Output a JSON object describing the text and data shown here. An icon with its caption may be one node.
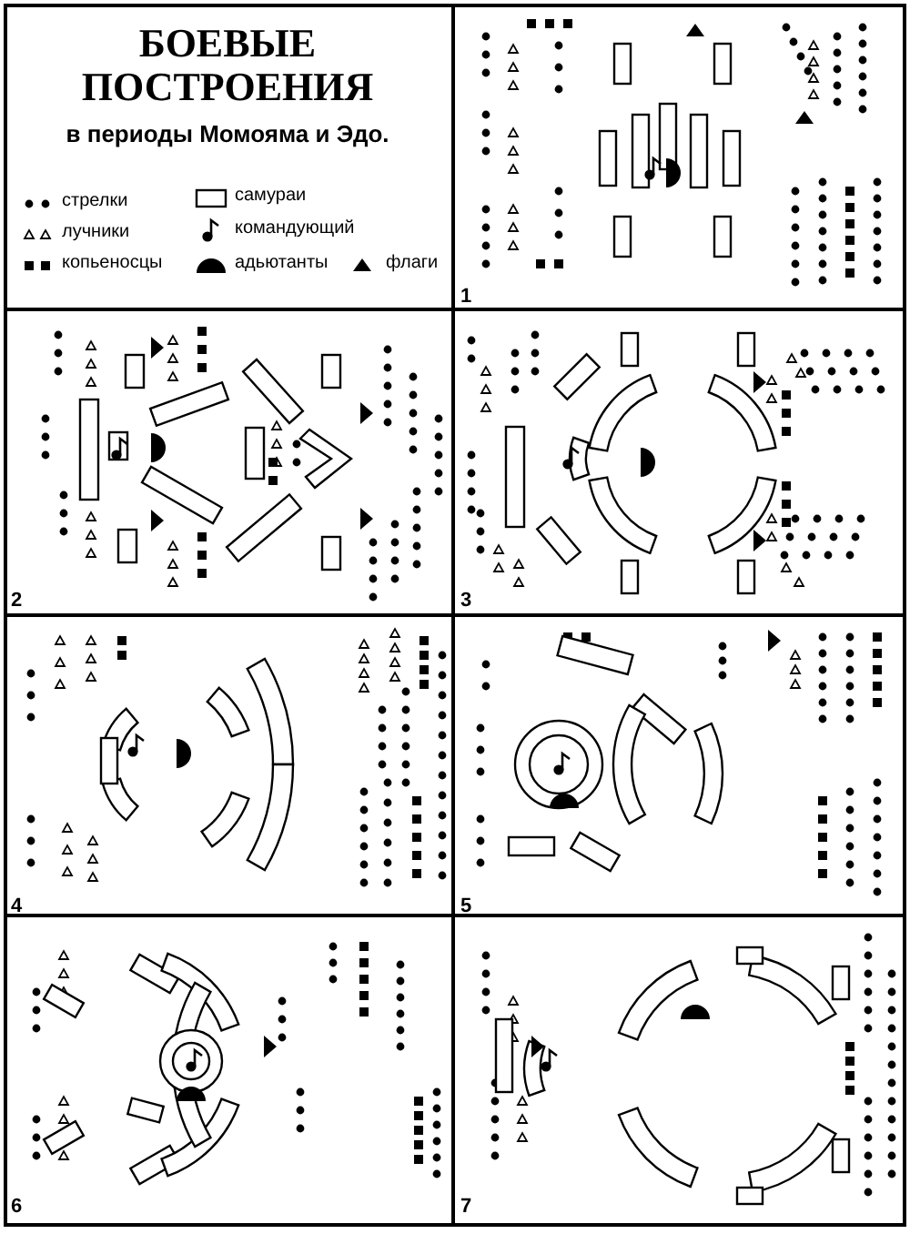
{
  "diagram": {
    "title": "БОЕВЫЕ ПОСТРОЕНИЯ",
    "labels": [
      "в периоды Момояма и Эдо.",
      "1",
      "2",
      "3",
      "4",
      "5",
      "6",
      "7"
    ],
    "legend": [
      {
        "text": "стрелки"
      },
      {
        "text": "самураи"
      },
      {
        "text": "лучники"
      },
      {
        "text": "командующий"
      },
      {
        "text": "копьеносцы"
      },
      {
        "text": "адьютанты"
      },
      {
        "text": "флаги"
      }
    ]
  }
}
